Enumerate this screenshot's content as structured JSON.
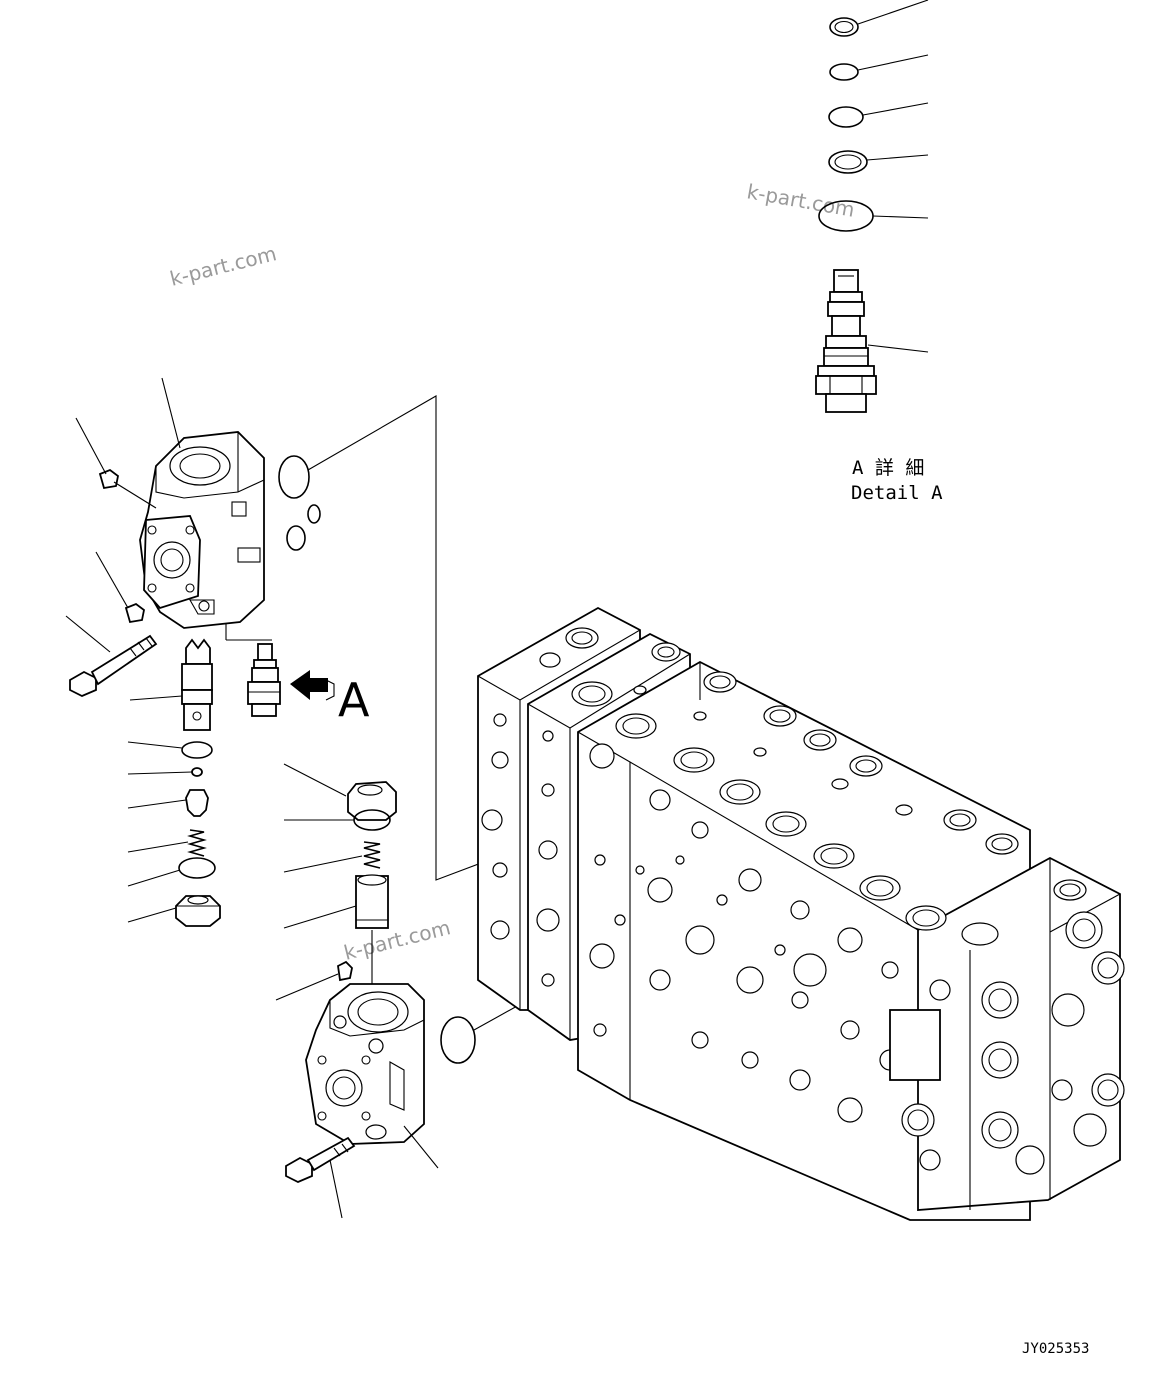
{
  "watermark": "k-part.com",
  "view_callout": "A",
  "detail": {
    "title_jp": "A 詳 細",
    "title_en": "Detail A"
  },
  "drawing_number": "JY025353"
}
